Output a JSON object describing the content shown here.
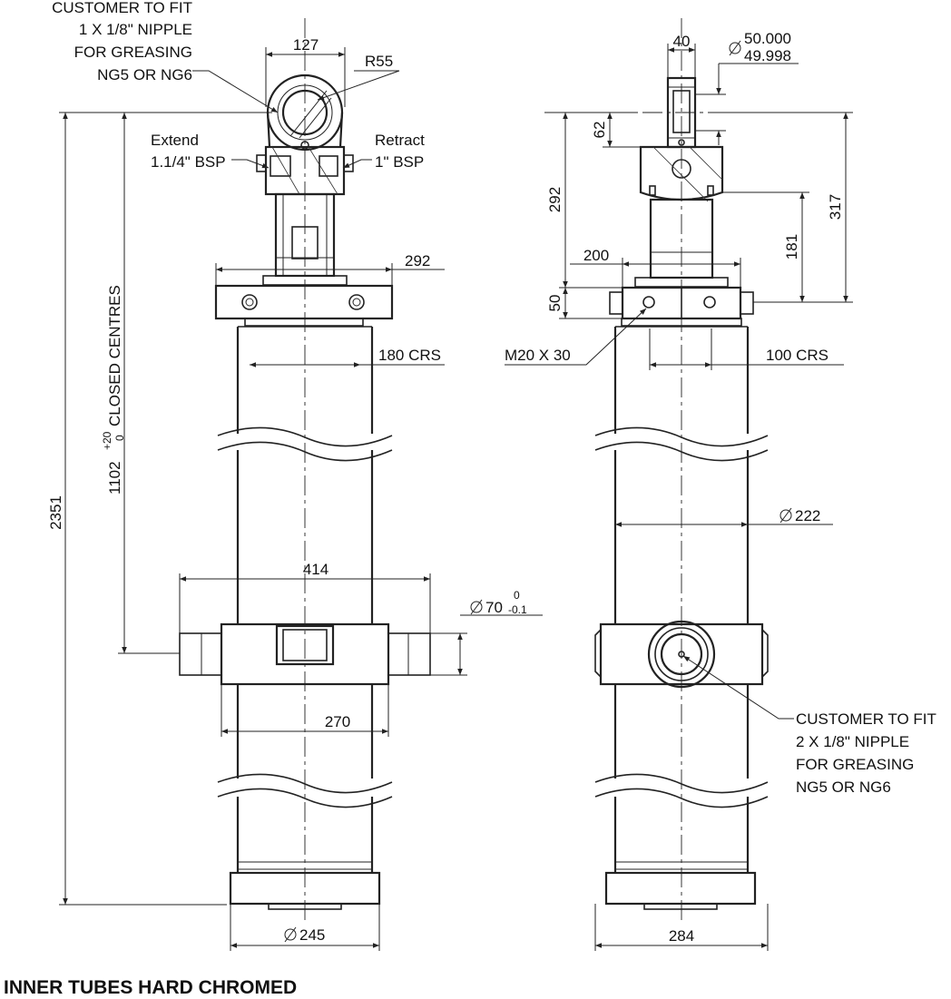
{
  "notes": {
    "top_nipple": [
      "CUSTOMER TO FIT",
      "1 X 1/8\" NIPPLE",
      "FOR GREASING",
      "NG5 OR NG6"
    ],
    "mid_nipple": [
      "CUSTOMER TO FIT",
      "2 X 1/8\" NIPPLE",
      "FOR GREASING",
      "NG5 OR NG6"
    ],
    "extend": [
      "Extend",
      "1.1/4\" BSP"
    ],
    "retract": [
      "Retract",
      "1\" BSP"
    ],
    "footer": "INNER TUBES HARD CHROMED"
  },
  "dims": {
    "d127": "127",
    "r55": "R55",
    "d292_left": "292",
    "crs180": "180 CRS",
    "closed_value": "1102",
    "closed_tol_plus": "+20",
    "closed_tol_minus": "0",
    "closed_label": "CLOSED CENTRES",
    "d2351": "2351",
    "d414": "414",
    "d70_value": "70",
    "d70_tol_upper": "0",
    "d70_tol_lower": "-0.1",
    "d270": "270",
    "d245": "245",
    "d40": "40",
    "d50_upper": "50.000",
    "d50_lower": "49.998",
    "d62": "62",
    "d292_right": "292",
    "d317": "317",
    "d200": "200",
    "d181": "181",
    "d50": "50",
    "m20": "M20 X 30",
    "crs100": "100 CRS",
    "d222": "222",
    "d284": "284"
  }
}
